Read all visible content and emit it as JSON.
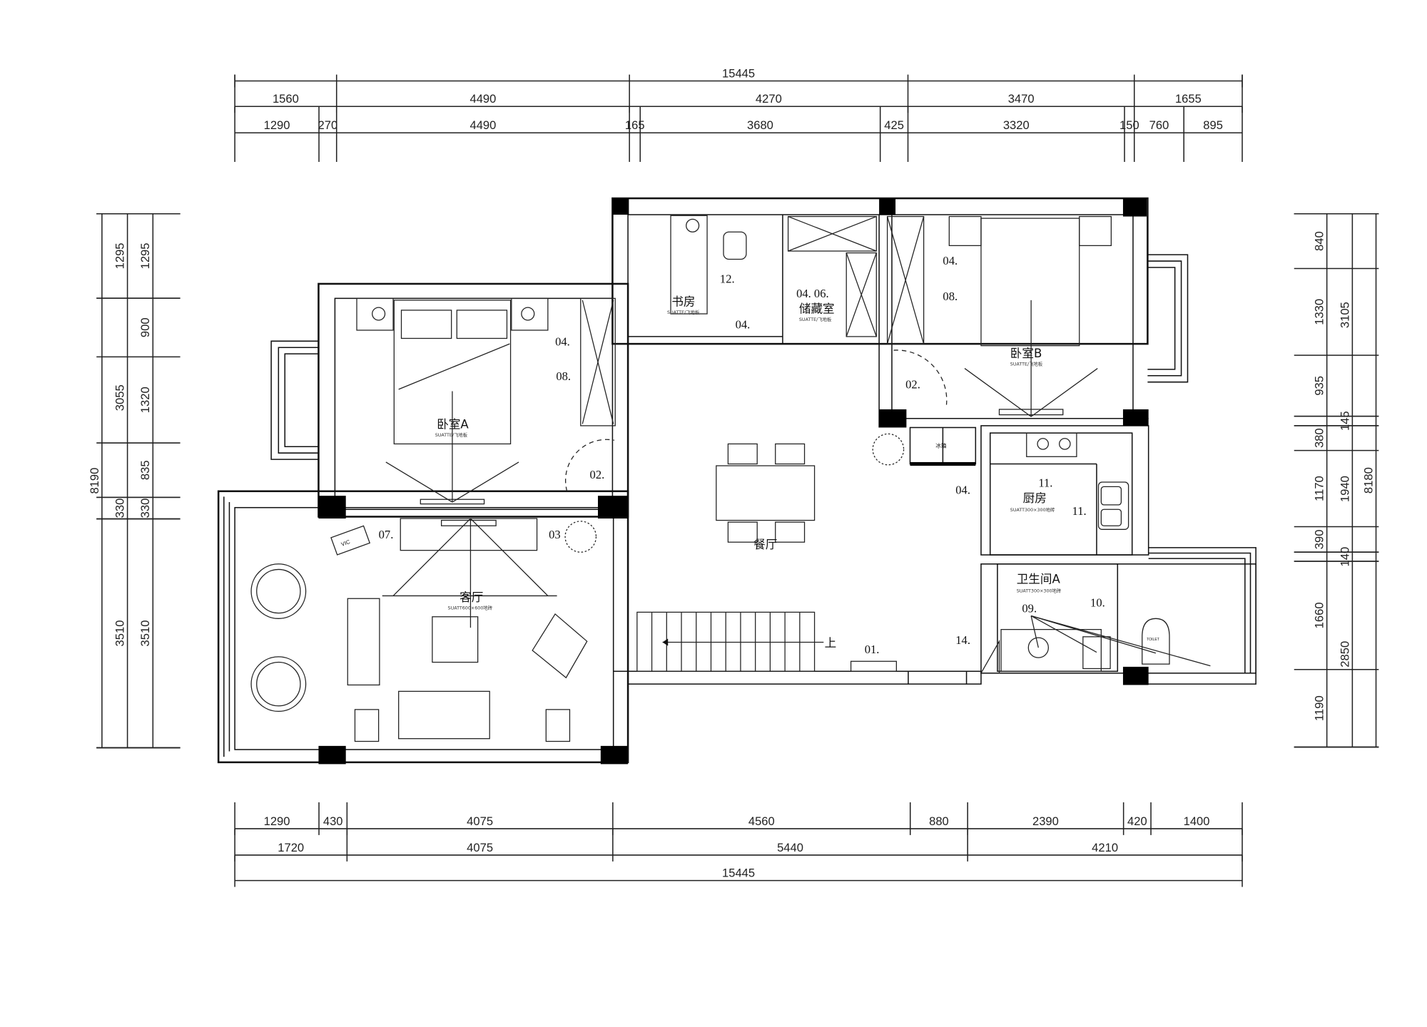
{
  "dimensions": {
    "total_mm": 15445,
    "top_total": "15445",
    "top_row1": [
      "1560",
      "4490",
      "4270",
      "3470",
      "1655"
    ],
    "top_row2": [
      "1290",
      "270",
      "4490",
      "165",
      "3680",
      "425",
      "3320",
      "150",
      "760",
      "895"
    ],
    "bottom_row1": [
      "1290",
      "430",
      "4075",
      "4560",
      "880",
      "2390",
      "420",
      "1400"
    ],
    "bottom_row2": [
      "1720",
      "4075",
      "5440",
      "4210"
    ],
    "bottom_total": "15445",
    "left_total": "8190",
    "left_col2": [
      "1295",
      "3055",
      "330",
      "3510"
    ],
    "left_col3": [
      "1295",
      "900",
      "1320",
      "835",
      "330",
      "3510"
    ],
    "right_col1": [
      "840",
      "1330",
      "935",
      "",
      "380",
      "1170",
      "390",
      "",
      "1660",
      "1190"
    ],
    "right_col1_mm": [
      840,
      1330,
      935,
      145,
      380,
      1170,
      390,
      140,
      1660,
      1190
    ],
    "right_col2": [
      "3105",
      "145",
      "1940",
      "140",
      "2850"
    ],
    "right_total": "8180"
  },
  "rooms": {
    "study": {
      "name": "书房",
      "floor": "SUATTE/飞地板"
    },
    "storage": {
      "name": "储藏室",
      "floor": "SUATTE/飞地板"
    },
    "bedroom_b": {
      "name": "卧室B",
      "floor": "SUATTE/飞地板"
    },
    "bedroom_a": {
      "name": "卧室A",
      "floor": "SUATTE/飞地板"
    },
    "dining": {
      "name": "餐厅"
    },
    "living": {
      "name": "客厅",
      "floor": "SUATT600×600地砖"
    },
    "kitchen": {
      "name": "厨房",
      "floor": "SUATT300×300地砖"
    },
    "bathroom_a": {
      "name": "卫生间A",
      "floor": "SUATT300×300地砖"
    }
  },
  "tags": {
    "bra_04": "04.",
    "bra_08": "08.",
    "bra_02": "02.",
    "lv_07": "07.",
    "lv_03": "03",
    "st_12": "12.",
    "sto_0406": "04. 06.",
    "st_04": "04.",
    "brb_04": "04.",
    "brb_08": "08.",
    "brb_02": "02.",
    "k_11a": "11.",
    "k_04": "04.",
    "k_11b": "11.",
    "b_09": "09.",
    "b_10": "10.",
    "b_14": "14.",
    "entry_01": "01.",
    "stair_up": "上"
  },
  "fixtures": {
    "vic": "VIC",
    "fridge": "冰箱",
    "toilet": "TOILET"
  }
}
